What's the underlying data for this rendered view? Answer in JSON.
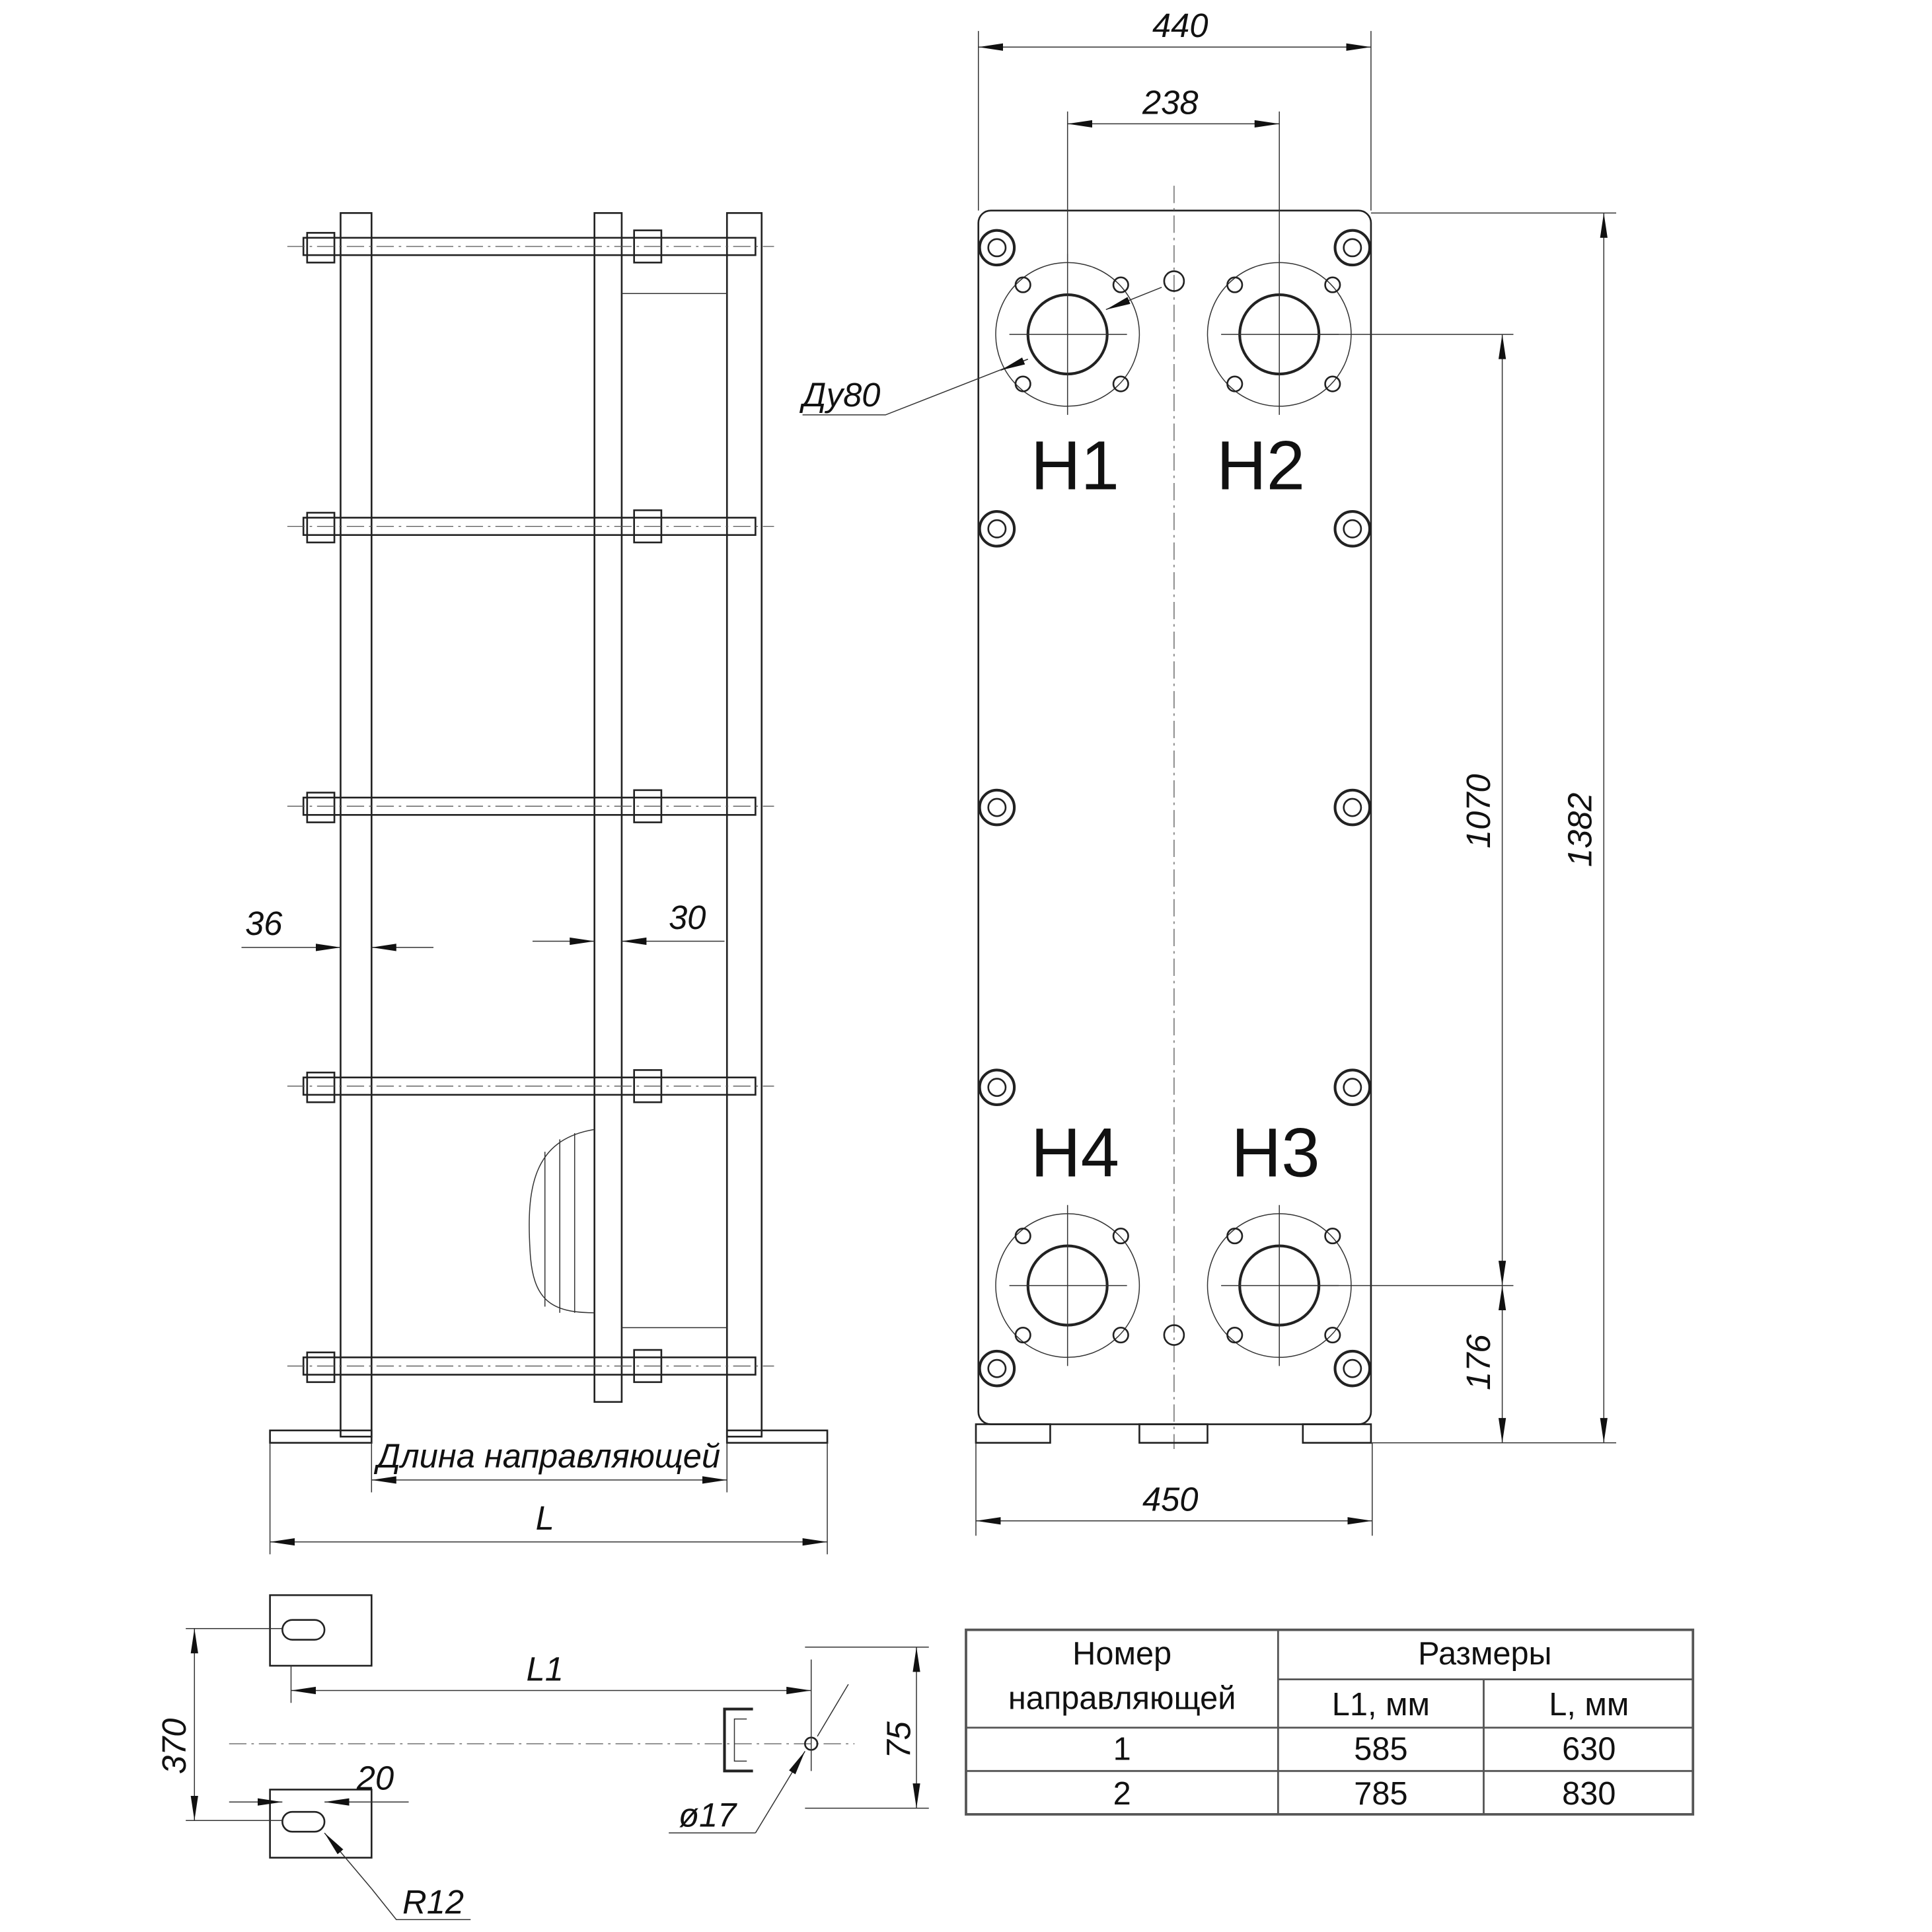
{
  "side_view": {
    "dim_36": "36",
    "dim_30": "30",
    "guide_length_label": "Длина направляющей",
    "dim_L": "L"
  },
  "front_view": {
    "dim_440": "440",
    "dim_238": "238",
    "dim_1070": "1070",
    "dim_1382": "1382",
    "dim_176": "176",
    "dim_450": "450",
    "nozzle_label": "Ду80",
    "ports": [
      "Н1",
      "Н2",
      "Н3",
      "Н4"
    ]
  },
  "foot_detail": {
    "dim_L1": "L1",
    "dim_370": "370",
    "dim_20": "20",
    "dim_75": "75",
    "dim_d17": "ø17",
    "dim_R12": "R12"
  },
  "table": {
    "header_col1": "Номер направляющей",
    "header_col1_line1": "Номер",
    "header_col1_line2": "направляющей",
    "header_group": "Размеры",
    "header_L1": "L1, мм",
    "header_L": "L, мм",
    "rows": [
      {
        "num": "1",
        "L1": "585",
        "L": "630"
      },
      {
        "num": "2",
        "L1": "785",
        "L": "830"
      }
    ]
  }
}
